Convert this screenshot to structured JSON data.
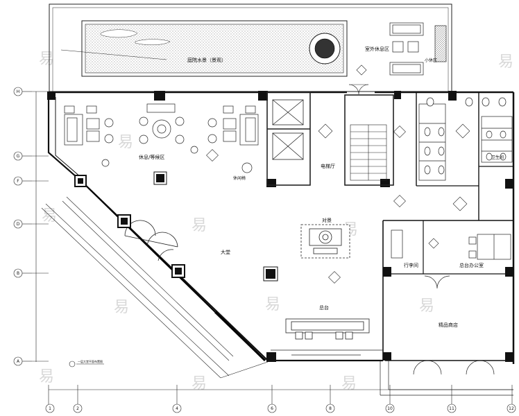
{
  "rooms": {
    "outdoor_pool": "庭院水景（景观）",
    "outdoor_rest": "室外休息区",
    "outdoor_rest_small": "小休区",
    "lounge_waiting": "休息/等候区",
    "elevator_hall": "电梯厅",
    "lobby": "大堂",
    "display": "对景",
    "reception": "总台",
    "luggage": "行李间",
    "office": "总台办公室",
    "toilet": "卫生间",
    "gift_shop": "精品商店",
    "chair_tag": "休闲椅"
  },
  "axes": {
    "rows": [
      "H",
      "G",
      "F",
      "D",
      "B",
      "A"
    ],
    "cols": [
      "1",
      "2",
      "4",
      "6",
      "8",
      "10",
      "11",
      "12"
    ]
  },
  "legend_note": "一层大堂平面布置图",
  "watermark": "易"
}
